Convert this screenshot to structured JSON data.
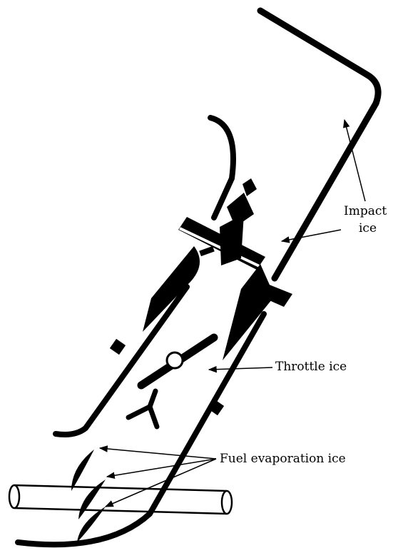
{
  "colors": {
    "ink": "#000000",
    "paper": "#ffffff"
  },
  "labels": {
    "impact": {
      "line1": "Impact",
      "line2": "ice"
    },
    "throttle": "Throttle ice",
    "fuel": "Fuel evaporation ice"
  }
}
